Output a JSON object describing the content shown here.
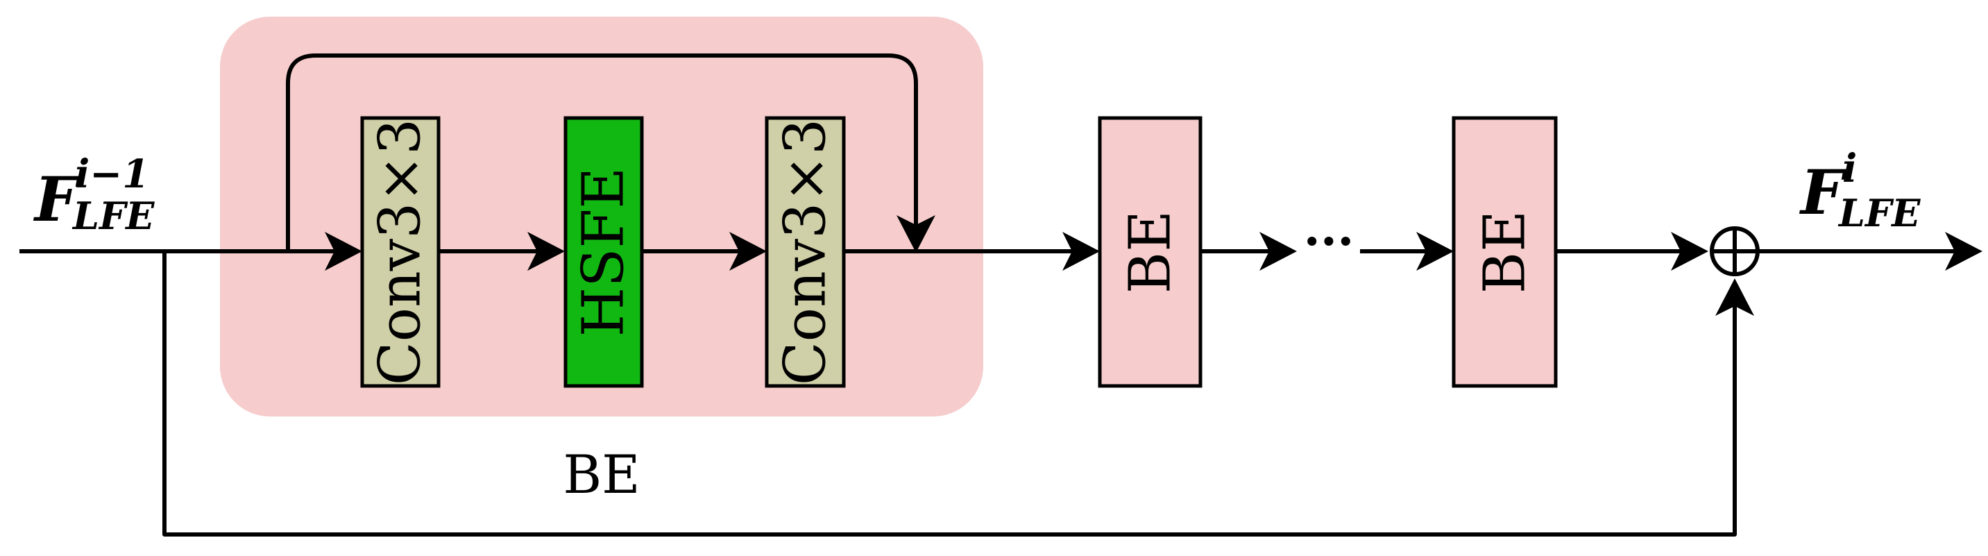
{
  "input_label": {
    "base": "F",
    "sup": "i−1",
    "sub": "LFE"
  },
  "output_label": {
    "base": "F",
    "sup": "i",
    "sub": "LFE"
  },
  "be_group": {
    "caption": "BE",
    "fill": "#f6cccc"
  },
  "blocks": [
    {
      "name": "conv3x3-block-1",
      "label": "Conv3×3",
      "fill": "#cfcfa8"
    },
    {
      "name": "hsfe-block",
      "label": "HSFE",
      "fill": "#12b812"
    },
    {
      "name": "conv3x3-block-2",
      "label": "Conv3×3",
      "fill": "#cfcfa8"
    },
    {
      "name": "be-block-1",
      "label": "BE",
      "fill": "#f6cccc"
    },
    {
      "name": "be-block-2",
      "label": "BE",
      "fill": "#f6cccc"
    }
  ],
  "ellipsis": "···",
  "sum_node": {
    "symbol": "⊕"
  }
}
